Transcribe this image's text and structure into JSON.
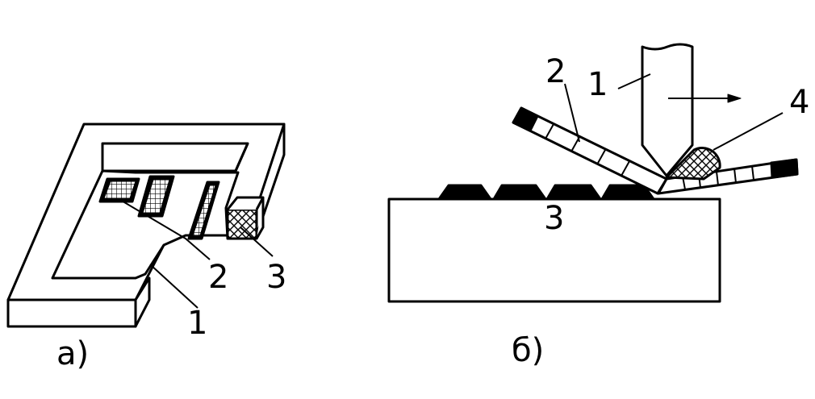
{
  "panel_a": {
    "caption": "а)",
    "labels": {
      "frame": "1",
      "mesh": "2",
      "block": "3"
    }
  },
  "panel_b": {
    "caption": "б)",
    "labels": {
      "tool": "1",
      "sheet": "2",
      "teeth": "3",
      "roller": "4"
    }
  },
  "colors": {
    "ink": "#000000",
    "paper": "#ffffff"
  }
}
